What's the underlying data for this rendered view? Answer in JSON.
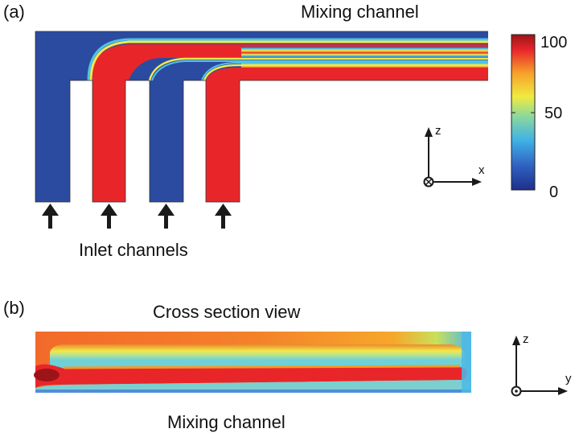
{
  "panel_a": {
    "tag": "(a)",
    "title": "Mixing channel",
    "inlet_label": "Inlet channels",
    "axes": {
      "vertical": "z",
      "horizontal": "x"
    }
  },
  "panel_b": {
    "tag": "(b)",
    "title": "Cross section view",
    "caption": "Mixing channel",
    "axes": {
      "vertical": "z",
      "horizontal": "y"
    }
  },
  "colorbar": {
    "ticks": [
      "100",
      "50",
      "0"
    ],
    "range": [
      0,
      100
    ]
  },
  "colors": {
    "low": "#2b4ba0",
    "high": "#e8262a",
    "mid": "#f2e84a",
    "cyan": "#4fc3e6",
    "arrow": "#1a1a1a"
  }
}
